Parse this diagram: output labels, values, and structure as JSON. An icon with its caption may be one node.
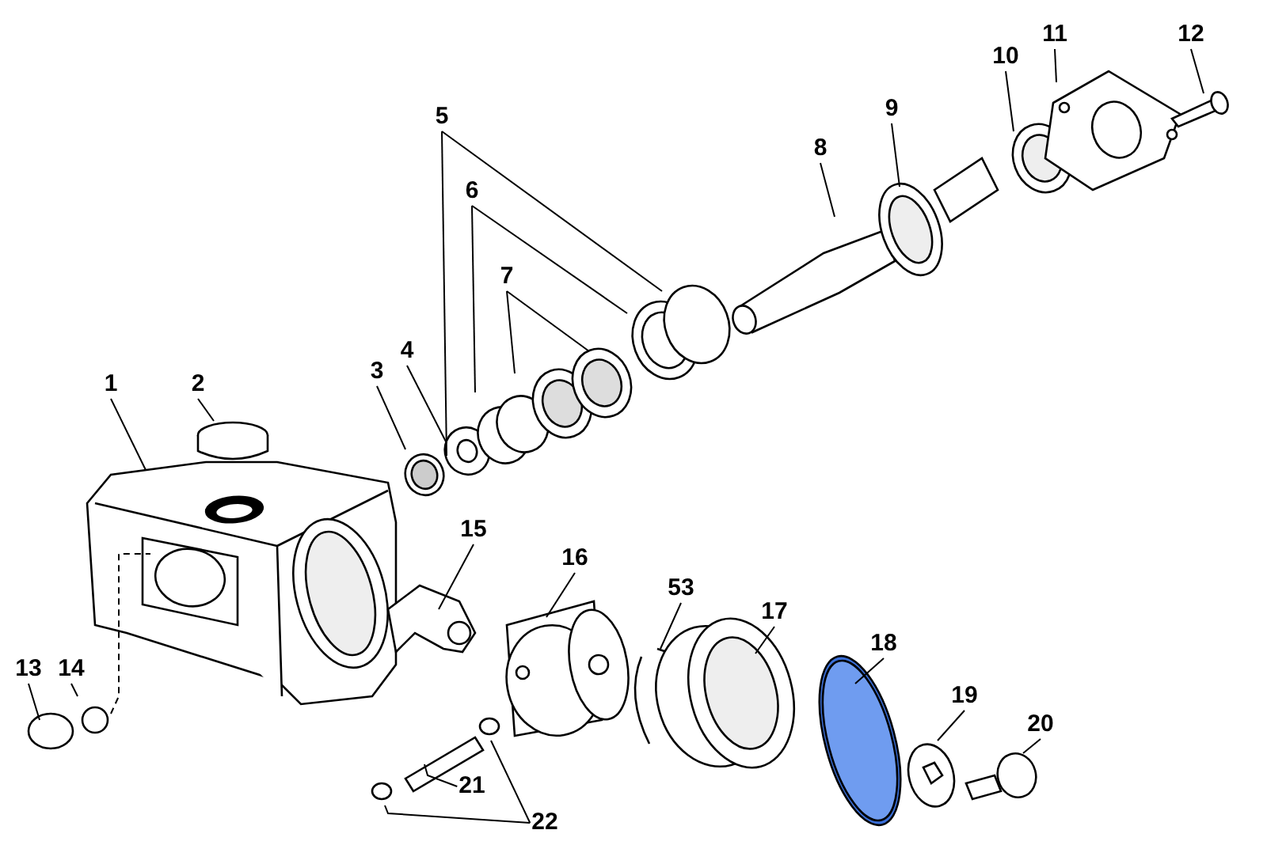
{
  "diagram": {
    "nodes": [
      {
        "text": [
          "1"
        ]
      },
      {
        "text": [
          "2"
        ]
      },
      {
        "text": [
          "3"
        ]
      },
      {
        "text": [
          "4"
        ]
      },
      {
        "text": [
          "5"
        ]
      },
      {
        "text": [
          "6"
        ]
      },
      {
        "text": [
          "7"
        ]
      },
      {
        "text": [
          "8"
        ]
      },
      {
        "text": [
          "9"
        ]
      },
      {
        "text": [
          "10"
        ]
      },
      {
        "text": [
          "11"
        ]
      },
      {
        "text": [
          "12"
        ]
      },
      {
        "text": [
          "13"
        ]
      },
      {
        "text": [
          "14"
        ]
      },
      {
        "text": [
          "15"
        ]
      },
      {
        "text": [
          "16"
        ]
      },
      {
        "text": [
          "53"
        ]
      },
      {
        "text": [
          "17"
        ]
      },
      {
        "text": [
          "18"
        ]
      },
      {
        "text": [
          "19"
        ]
      },
      {
        "text": [
          "20"
        ]
      },
      {
        "text": [
          "21"
        ]
      },
      {
        "text": [
          "22"
        ]
      }
    ],
    "edges": [
      {
        "from": 0,
        "to": null,
        "arrow": "none"
      },
      {
        "from": 1,
        "to": null,
        "arrow": "none"
      },
      {
        "from": 2,
        "to": null,
        "arrow": "none"
      },
      {
        "from": 3,
        "to": null,
        "arrow": "none"
      },
      {
        "from": 4,
        "to": null,
        "arrow": "none"
      },
      {
        "from": 4,
        "to": null,
        "arrow": "none"
      },
      {
        "from": 5,
        "to": null,
        "arrow": "none"
      },
      {
        "from": 5,
        "to": null,
        "arrow": "none"
      },
      {
        "from": 6,
        "to": null,
        "arrow": "none"
      },
      {
        "from": 6,
        "to": null,
        "arrow": "none"
      },
      {
        "from": 7,
        "to": null,
        "arrow": "none"
      },
      {
        "from": 8,
        "to": null,
        "arrow": "none"
      },
      {
        "from": 9,
        "to": null,
        "arrow": "none"
      },
      {
        "from": 10,
        "to": null,
        "arrow": "none"
      },
      {
        "from": 11,
        "to": null,
        "arrow": "none"
      },
      {
        "from": 12,
        "to": null,
        "arrow": "none"
      },
      {
        "from": 13,
        "to": null,
        "arrow": "none"
      },
      {
        "from": 14,
        "to": null,
        "arrow": "none"
      },
      {
        "from": 15,
        "to": null,
        "arrow": "none"
      },
      {
        "from": 16,
        "to": null,
        "arrow": "none"
      },
      {
        "from": 17,
        "to": null,
        "arrow": "none"
      },
      {
        "from": 18,
        "to": null,
        "arrow": "none"
      },
      {
        "from": 19,
        "to": null,
        "arrow": "none"
      },
      {
        "from": 20,
        "to": null,
        "arrow": "none"
      },
      {
        "from": 21,
        "to": null,
        "arrow": "none"
      },
      {
        "from": 22,
        "to": null,
        "arrow": "none"
      },
      {
        "from": 22,
        "to": null,
        "arrow": "none"
      }
    ]
  }
}
